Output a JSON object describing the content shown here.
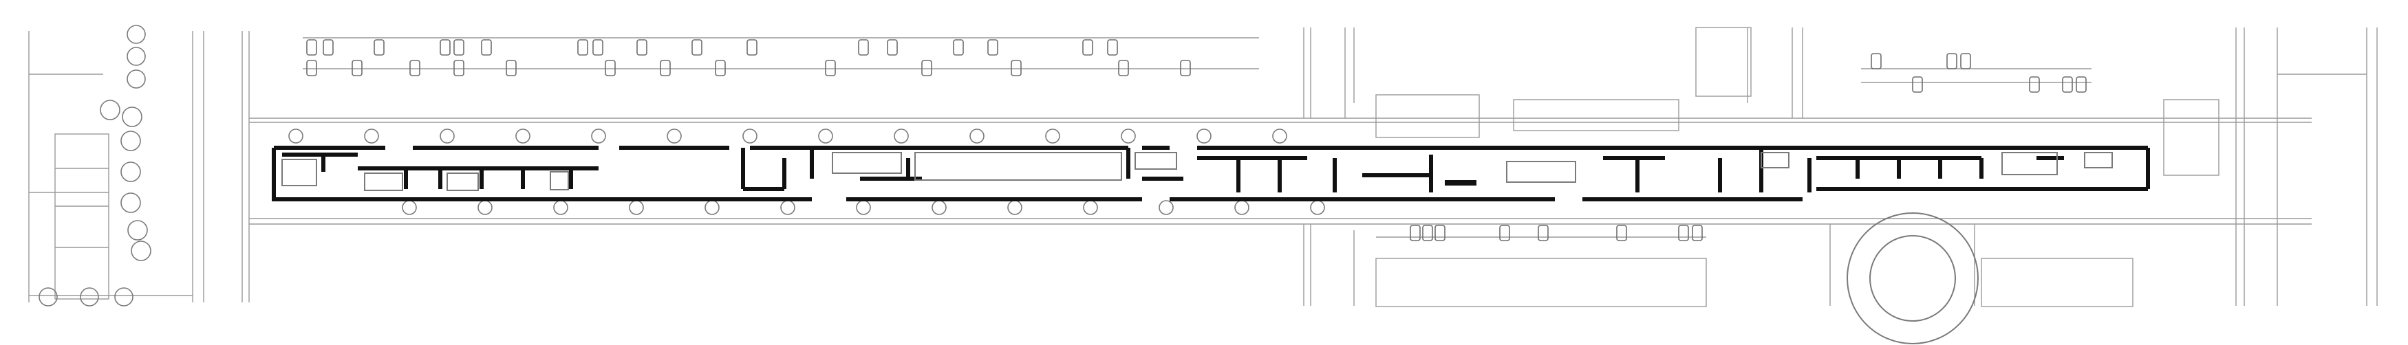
{
  "drawing": {
    "type": "architectural-floor-plan",
    "orientation": "horizontal-strip",
    "line_color": "#111111",
    "context_color": "#9a9a9a",
    "background": "#ffffff"
  },
  "icons": {
    "car": "car-icon",
    "tree": "tree-icon",
    "room": "room-block"
  }
}
